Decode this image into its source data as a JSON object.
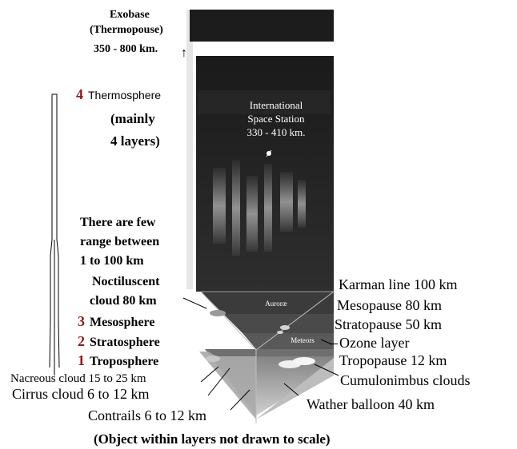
{
  "exobase": {
    "line1": "Exobase",
    "line2": "(Thermopouse)",
    "line3": "350 - 800 km.",
    "arrow": "↑"
  },
  "layers": [
    {
      "number": "4",
      "name": "Thermosphere"
    },
    {
      "number": "3",
      "name": "Mesosphere"
    },
    {
      "number": "2",
      "name": "Stratosphere"
    },
    {
      "number": "1",
      "name": "Troposphere"
    }
  ],
  "thermo_note": {
    "line1": "(mainly",
    "line2": "4 layers)"
  },
  "range_note": {
    "line1": "There are few",
    "line2": "range between",
    "line3": "1 to 100 km"
  },
  "noctiluscent": {
    "line1": "Noctiluscent",
    "line2": "cloud 80 km"
  },
  "iss": {
    "line1": "International",
    "line2": "Space Station",
    "line3": "330 - 410 km."
  },
  "inside_labels": {
    "aurorae": "Auroræ",
    "meteors": "Meteors"
  },
  "right_labels": {
    "karman": "Karman line 100 km",
    "mesopause": "Mesopause 80 km",
    "stratopause": "Stratopause 50 km",
    "ozone": "Ozone layer",
    "tropopause": "Tropopause 12 km",
    "cumulonimbus": "Cumulonimbus clouds",
    "balloon": "Wather balloon 40 km"
  },
  "left_labels": {
    "nacreous": "Nacreous cloud 15 to 25 km",
    "cirrus": "Cirrus cloud 6 to 12 km",
    "contrails": "Contrails 6 to 12 km"
  },
  "caption": "(Object within layers not drawn to scale)"
}
